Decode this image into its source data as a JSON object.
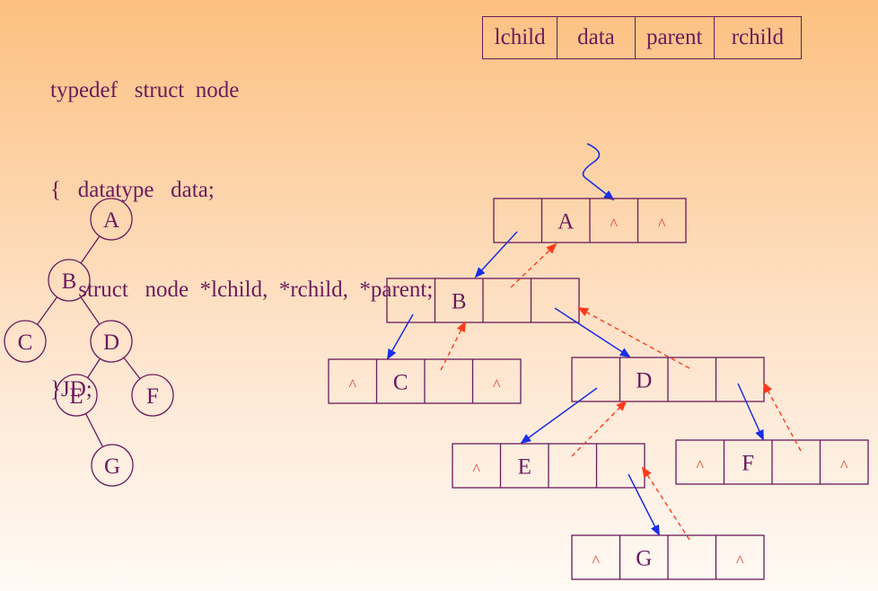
{
  "code": {
    "lines": [
      "typedef   struct  node",
      "{   datatype   data;",
      "     struct   node  *lchild,  *rchild,  *parent;",
      "}JD;"
    ]
  },
  "node_layout": {
    "fields": [
      "lchild",
      "data",
      "parent",
      "rchild"
    ]
  },
  "tree": {
    "nodes": [
      "A",
      "B",
      "C",
      "D",
      "E",
      "F",
      "G"
    ],
    "edges": [
      [
        "A",
        "B"
      ],
      [
        "B",
        "C"
      ],
      [
        "B",
        "D"
      ],
      [
        "D",
        "E"
      ],
      [
        "D",
        "F"
      ],
      [
        "E",
        "G"
      ]
    ]
  },
  "linked_structure": {
    "null_symbol": "^",
    "nodes": [
      {
        "id": "A",
        "lchild": "",
        "data": "A",
        "parent": "^",
        "rchild": "^"
      },
      {
        "id": "B",
        "lchild": "",
        "data": "B",
        "parent": "",
        "rchild": ""
      },
      {
        "id": "C",
        "lchild": "^",
        "data": "C",
        "parent": "",
        "rchild": "^"
      },
      {
        "id": "D",
        "lchild": "",
        "data": "D",
        "parent": "",
        "rchild": ""
      },
      {
        "id": "E",
        "lchild": "^",
        "data": "E",
        "parent": "",
        "rchild": ""
      },
      {
        "id": "F",
        "lchild": "^",
        "data": "F",
        "parent": "",
        "rchild": "^"
      },
      {
        "id": "G",
        "lchild": "^",
        "data": "G",
        "parent": "",
        "rchild": "^"
      }
    ],
    "child_links": [
      [
        "A",
        "B"
      ],
      [
        "B",
        "C"
      ],
      [
        "B",
        "D"
      ],
      [
        "D",
        "E"
      ],
      [
        "D",
        "F"
      ],
      [
        "E",
        "G"
      ]
    ],
    "parent_links": [
      [
        "B",
        "A"
      ],
      [
        "C",
        "B"
      ],
      [
        "D",
        "B"
      ],
      [
        "E",
        "D"
      ],
      [
        "F",
        "D"
      ],
      [
        "G",
        "E"
      ]
    ]
  },
  "colors": {
    "text": "#6b1a5c",
    "null_marker": "#e8352a",
    "child_link": "#1a2ee6",
    "parent_link": "#ff3a1a",
    "background_top": "#fcc080",
    "background_bottom": "#fffaf5"
  }
}
